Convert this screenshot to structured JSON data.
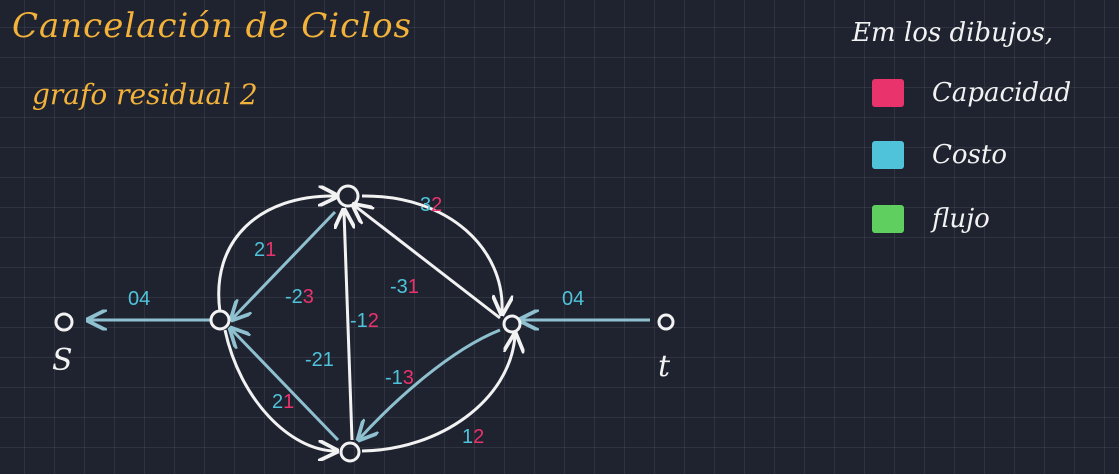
{
  "title": "Cancelación de Ciclos",
  "subtitle": "grafo residual 2",
  "legend": {
    "intro": "Em los dibujos,",
    "items": [
      {
        "label": "Capacidad",
        "color": "#e8336d"
      },
      {
        "label": "Costo",
        "color": "#4fc3d9"
      },
      {
        "label": "flujo",
        "color": "#5fcf5f"
      }
    ]
  },
  "nodes": [
    {
      "id": "s",
      "label": "S"
    },
    {
      "id": "a",
      "label": ""
    },
    {
      "id": "top",
      "label": ""
    },
    {
      "id": "right",
      "label": ""
    },
    {
      "id": "bottom",
      "label": ""
    },
    {
      "id": "t",
      "label": "t"
    }
  ],
  "edges": [
    {
      "from": "a",
      "to": "s",
      "cost": "0",
      "capacity": "4",
      "color": "blue"
    },
    {
      "from": "t",
      "to": "right",
      "cost": "0",
      "capacity": "4",
      "color": "blue"
    },
    {
      "from": "a",
      "to": "top",
      "cost": "2",
      "capacity": "1",
      "color": "white"
    },
    {
      "from": "top",
      "to": "right",
      "cost": "3",
      "capacity": "2",
      "color": "white"
    },
    {
      "from": "top",
      "to": "a",
      "cost": "-2",
      "capacity": "3",
      "color": "blue"
    },
    {
      "from": "bottom",
      "to": "top",
      "cost": "-1",
      "capacity": "2",
      "color": "white"
    },
    {
      "from": "right",
      "to": "top",
      "cost": "-3",
      "capacity": "1",
      "color": "white"
    },
    {
      "from": "bottom",
      "to": "a",
      "cost": "-2",
      "capacity": "1",
      "color": "blue"
    },
    {
      "from": "right",
      "to": "bottom",
      "cost": "-1",
      "capacity": "3",
      "color": "blue"
    },
    {
      "from": "a",
      "to": "bottom",
      "cost": "2",
      "capacity": "1",
      "color": "white"
    },
    {
      "from": "bottom",
      "to": "right",
      "cost": "1",
      "capacity": "2",
      "color": "white"
    }
  ]
}
